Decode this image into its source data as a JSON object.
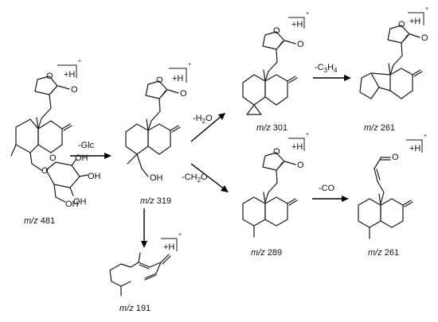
{
  "molecules": [
    {
      "name": "m481",
      "label_prefix": "m/z",
      "label_value": "481",
      "charge": "+H",
      "charge_sup": "+"
    },
    {
      "name": "m319",
      "label_prefix": "m/z",
      "label_value": "319",
      "charge": "+H",
      "charge_sup": "+"
    },
    {
      "name": "m301",
      "label_prefix": "m/z",
      "label_value": "301",
      "charge": "+H",
      "charge_sup": "+"
    },
    {
      "name": "m261a",
      "label_prefix": "m/z",
      "label_value": "261",
      "charge": "+H",
      "charge_sup": "+"
    },
    {
      "name": "m289",
      "label_prefix": "m/z",
      "label_value": "289",
      "charge": "+H",
      "charge_sup": "+"
    },
    {
      "name": "m261b",
      "label_prefix": "m/z",
      "label_value": "261",
      "charge": "+H",
      "charge_sup": "+"
    },
    {
      "name": "m191",
      "label_prefix": "m/z",
      "label_value": "191",
      "charge": "+H",
      "charge_sup": "+"
    }
  ],
  "losses": {
    "glc": "-Glc",
    "h2o_a": "-H",
    "h2o_sub": "2",
    "h2o_b": "O",
    "c3h4_a": "-C",
    "c3h4_sub1": "3",
    "c3h4_b": "H",
    "c3h4_sub2": "4",
    "ch2o_a": "-CH",
    "ch2o_sub": "2",
    "ch2o_b": "O",
    "co": "-CO"
  },
  "atoms": {
    "o": "O",
    "oh": "OH"
  }
}
